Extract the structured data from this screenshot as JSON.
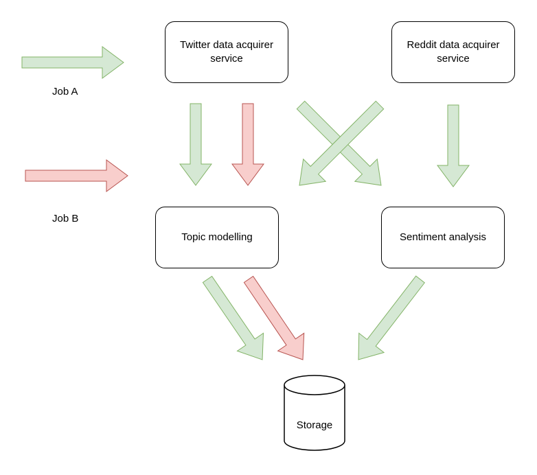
{
  "nodes": {
    "twitter": "Twitter data acquirer service",
    "reddit": "Reddit data acquirer service",
    "topic": "Topic modelling",
    "sentiment": "Sentiment analysis",
    "storage": "Storage"
  },
  "legend": {
    "job_a": "Job A",
    "job_b": "Job B"
  },
  "colors": {
    "job_a_fill": "#d5e8d4",
    "job_a_stroke": "#82b366",
    "job_b_fill": "#f8cecc",
    "job_b_stroke": "#b85450"
  },
  "edges": [
    {
      "from": "twitter",
      "to": "topic",
      "job": "A"
    },
    {
      "from": "twitter",
      "to": "topic",
      "job": "B"
    },
    {
      "from": "twitter",
      "to": "sentiment",
      "job": "A"
    },
    {
      "from": "reddit",
      "to": "topic",
      "job": "A"
    },
    {
      "from": "reddit",
      "to": "sentiment",
      "job": "A"
    },
    {
      "from": "topic",
      "to": "storage",
      "job": "A"
    },
    {
      "from": "topic",
      "to": "storage",
      "job": "B"
    },
    {
      "from": "sentiment",
      "to": "storage",
      "job": "A"
    }
  ]
}
